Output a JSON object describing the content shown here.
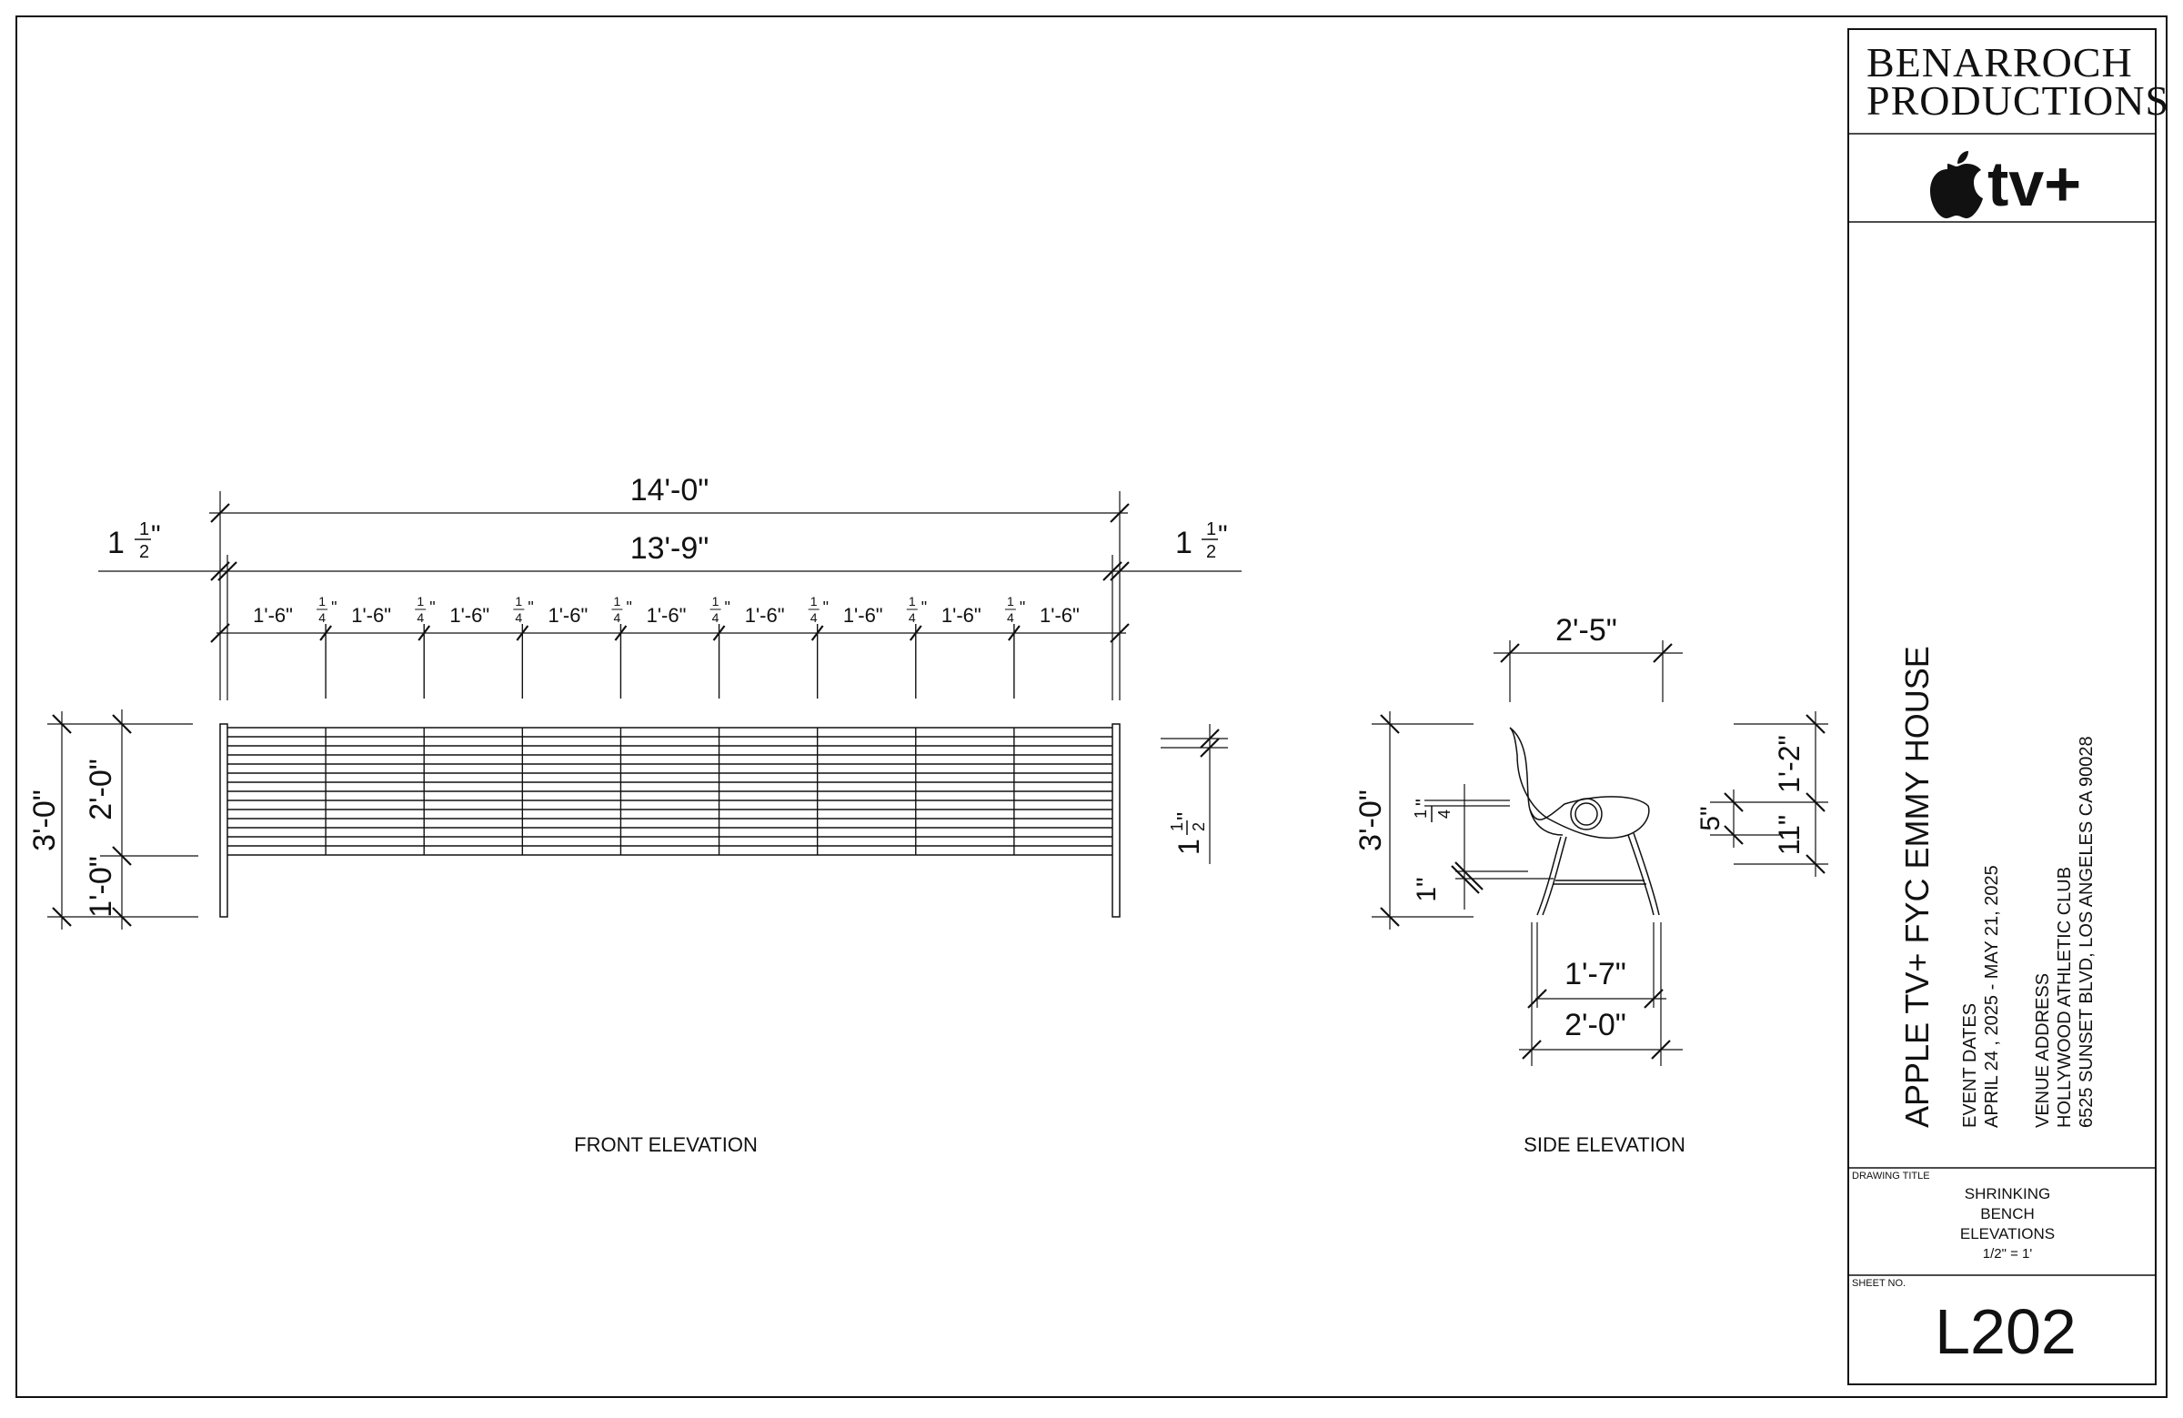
{
  "title_block": {
    "brand_line1": "BENARROCH",
    "brand_line2": "PRODUCTIONS",
    "apple_tv_text": "tv+",
    "project_title": "APPLE TV+ FYC EMMY HOUSE",
    "event_dates_label": "EVENT DATES",
    "event_dates_value": "APRIL 24 , 2025 - MAY 21, 2025",
    "venue_label": "VENUE ADDRESS",
    "venue_line1": "HOLLYWOOD ATHLETIC CLUB",
    "venue_line2": "6525 SUNSET BLVD, LOS ANGELES CA 90028",
    "drawing_title_label": "DRAWING TITLE",
    "drawing_title_lines": [
      "SHRINKING",
      "BENCH",
      "ELEVATIONS",
      "1/2\" = 1'"
    ],
    "sheet_no_label": "SHEET NO.",
    "sheet_no": "L202"
  },
  "front_elevation": {
    "caption": "FRONT ELEVATION",
    "overall_width": "14'-0\"",
    "inner_width": "13'-9\"",
    "end_offset_whole": "1",
    "end_offset_num": "1",
    "end_offset_den": "2",
    "inch": "\"",
    "bay_label": "1'-6\"",
    "bay_count": 9,
    "gap_num": "1",
    "gap_den": "4",
    "overall_height": "3'-0\"",
    "back_height": "2'-0\"",
    "seat_height": "1'-0\"",
    "leg_thickness_whole": "1",
    "leg_thickness_num": "1",
    "leg_thickness_den": "2"
  },
  "side_elevation": {
    "caption": "SIDE ELEVATION",
    "top_width": "2'-5\"",
    "overall_height": "3'-0\"",
    "frame_num": "1",
    "frame_den": "4",
    "base_thickness": "1\"",
    "seat_to_back": "1'-2\"",
    "seat_thickness": "5\"",
    "seat_height": "11\"",
    "inner_base_width": "1'-7\"",
    "outer_base_width": "2'-0\""
  }
}
